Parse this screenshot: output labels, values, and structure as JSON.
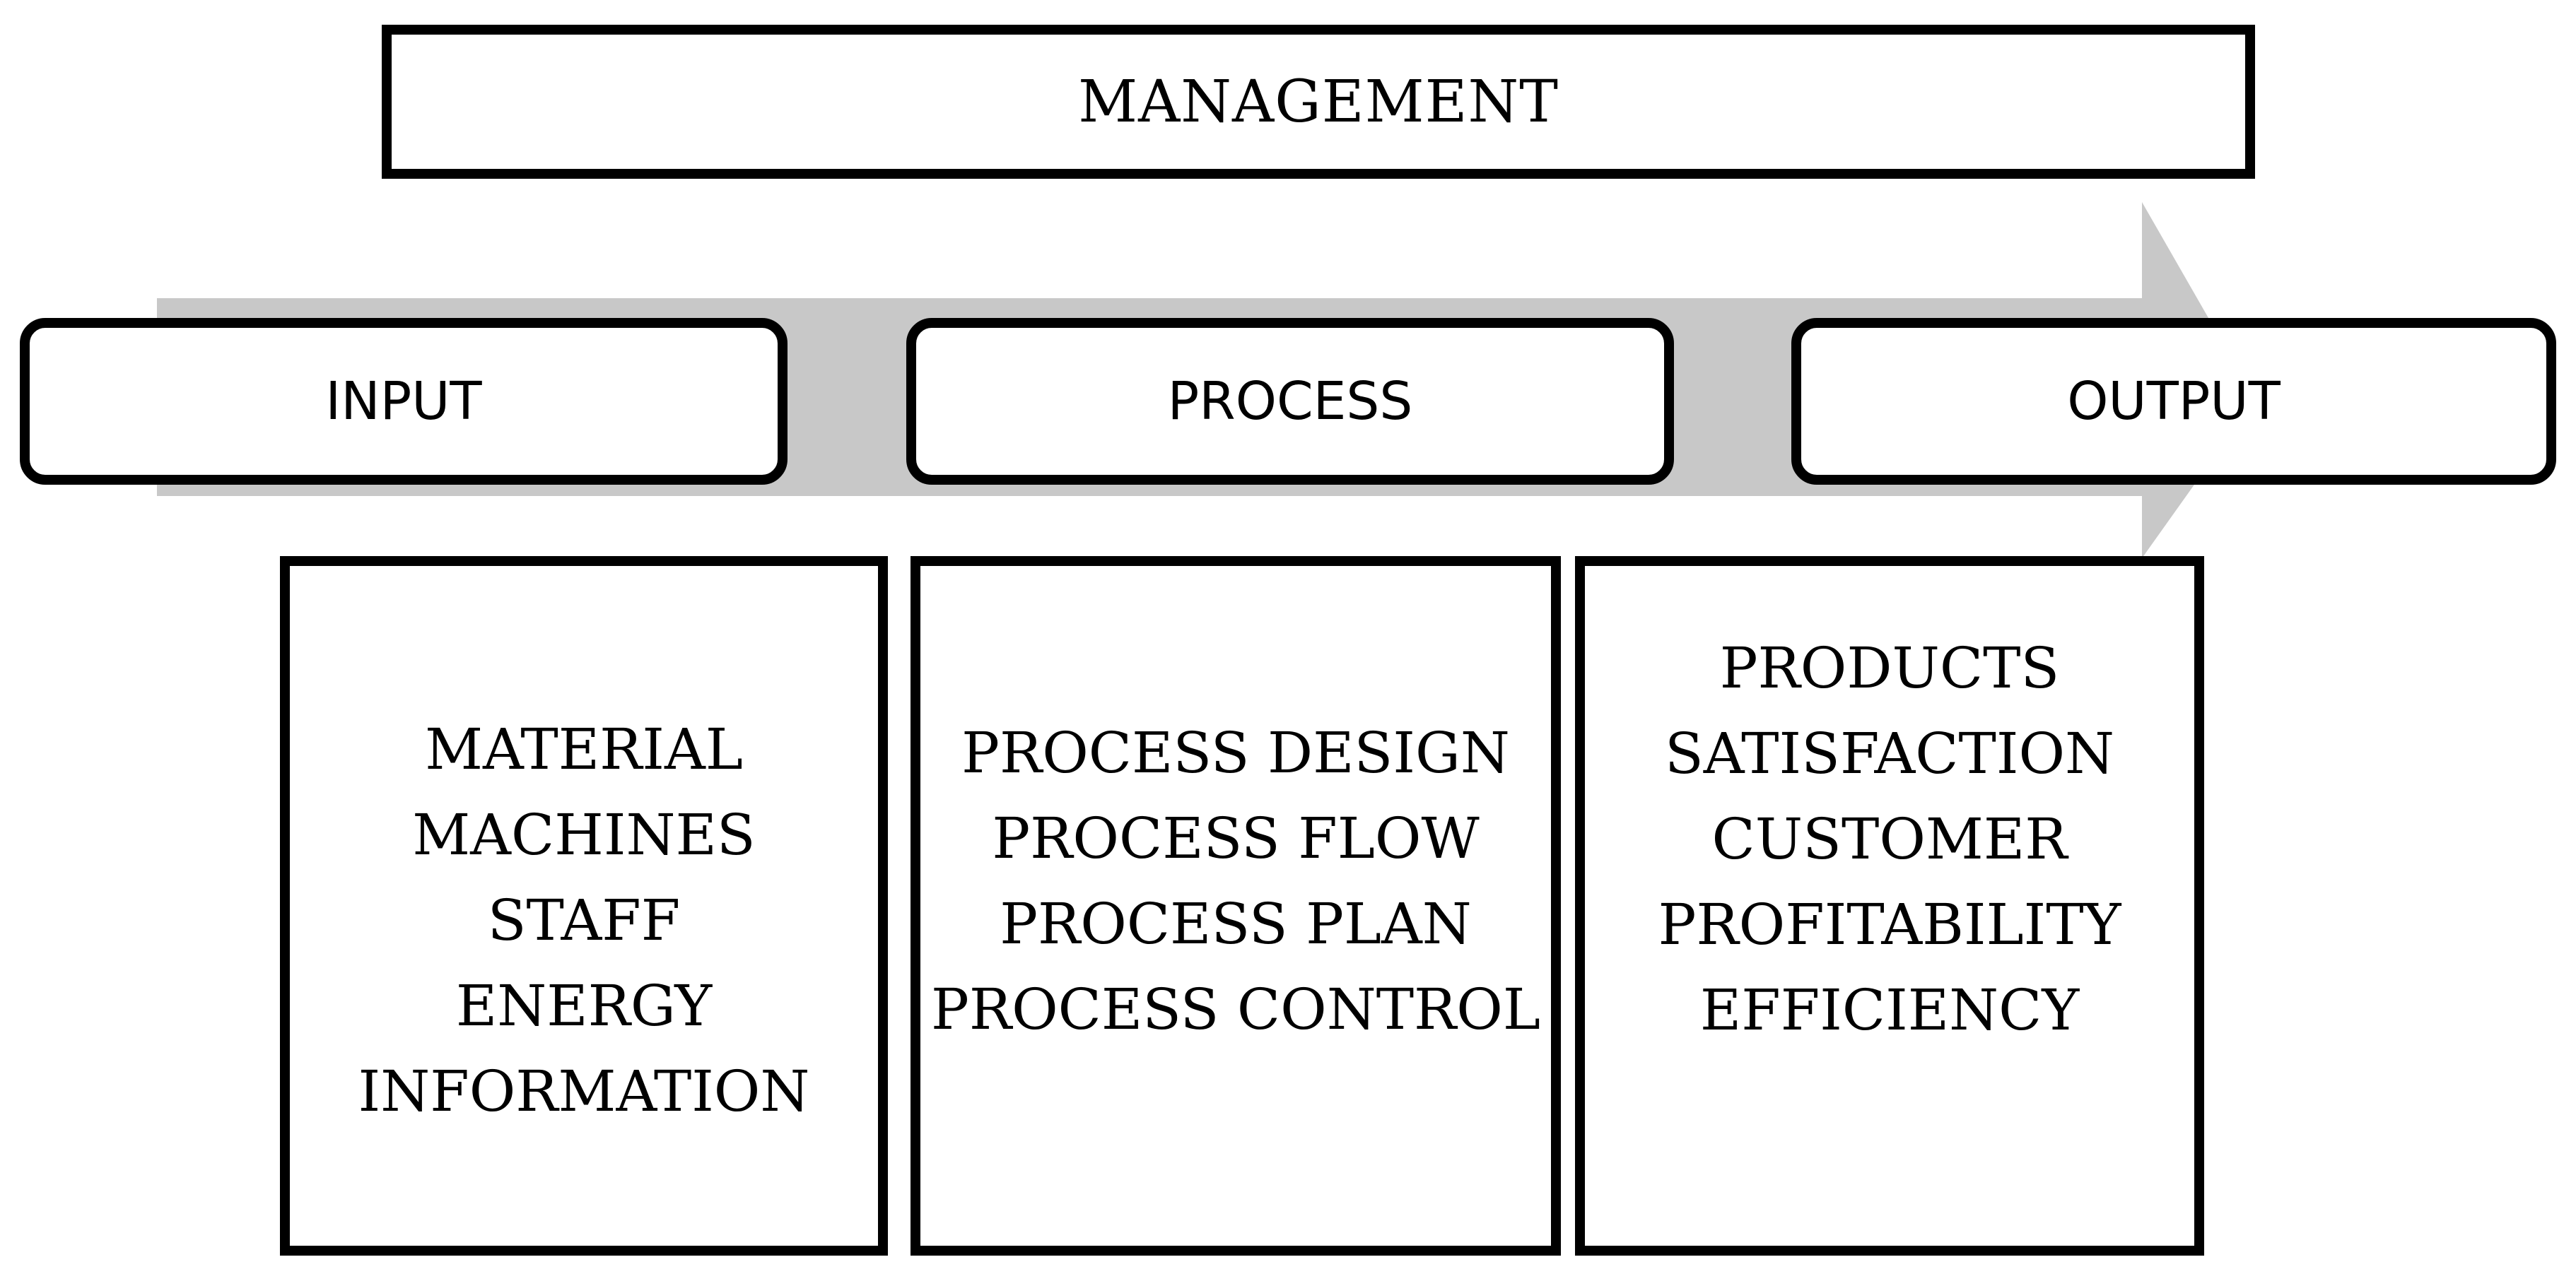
{
  "management": {
    "label": "MANAGEMENT"
  },
  "stages": {
    "input": "INPUT",
    "process": "PROCESS",
    "output": "OUTPUT"
  },
  "details": {
    "input": [
      "MATERIAL",
      "MACHINES",
      "STAFF",
      "ENERGY",
      "INFORMATION"
    ],
    "process": [
      "PROCESS DESIGN",
      "PROCESS FLOW",
      "PROCESS PLAN",
      "PROCESS CONTROL"
    ],
    "output": [
      "PRODUCTS",
      "SATISFACTION",
      "CUSTOMER",
      "PROFITABILITY",
      "EFFICIENCY"
    ]
  },
  "colors": {
    "arrow": "#c8c8c8",
    "border": "#000000",
    "background": "#ffffff"
  }
}
